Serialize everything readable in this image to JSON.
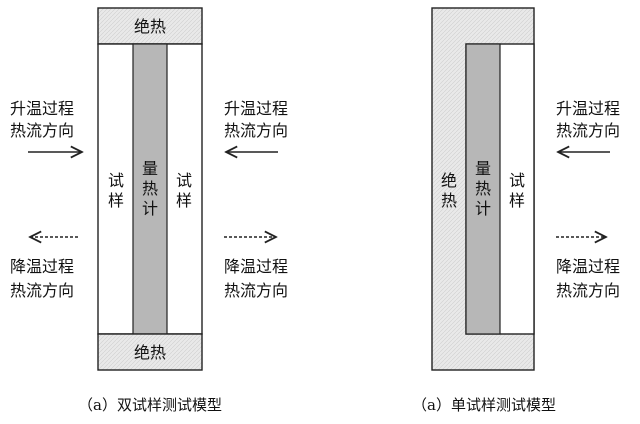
{
  "colors": {
    "insulation_fill": "#e9e9e9",
    "meter_fill": "#b7b7b7",
    "line": "#222222"
  },
  "left": {
    "insulation_top": "绝热",
    "insulation_bottom": "绝热",
    "specimen_left": [
      "试",
      "样"
    ],
    "heat_meter": [
      "量",
      "热",
      "计"
    ],
    "specimen_right": [
      "试",
      "样"
    ],
    "caption": "（a）双试样测试模型",
    "heating_left": [
      "升温过程",
      "热流方向"
    ],
    "cooling_left": [
      "降温过程",
      "热流方向"
    ],
    "heating_right": [
      "升温过程",
      "热流方向"
    ],
    "cooling_right": [
      "降温过程",
      "热流方向"
    ]
  },
  "right": {
    "insulation_side": [
      "绝",
      "热"
    ],
    "heat_meter": [
      "量",
      "热",
      "计"
    ],
    "specimen": [
      "试",
      "样"
    ],
    "caption": "（a）单试样测试模型",
    "heating": [
      "升温过程",
      "热流方向"
    ],
    "cooling": [
      "降温过程",
      "热流方向"
    ]
  }
}
